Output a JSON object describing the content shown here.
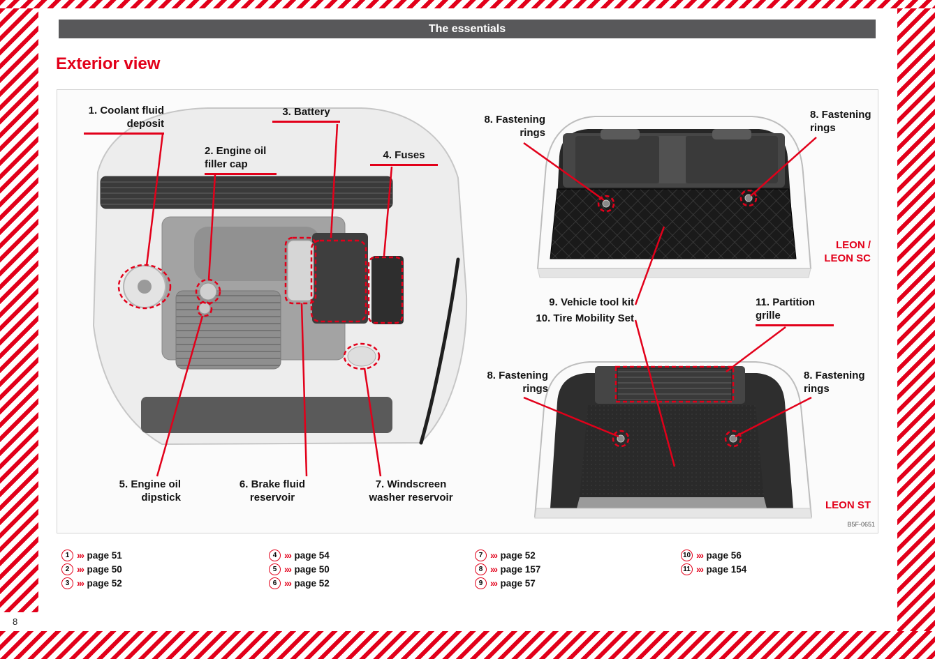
{
  "header": {
    "title": "The essentials"
  },
  "page": {
    "title": "Exterior view",
    "number": "8"
  },
  "figure": {
    "code": "B5F-0651",
    "labels": {
      "coolant": {
        "line1": "1. Coolant fluid",
        "line2": "deposit"
      },
      "oil_cap": {
        "line1": "2. Engine oil",
        "line2": "filler cap"
      },
      "battery": {
        "line1": "3. Battery"
      },
      "fuses": {
        "line1": "4. Fuses"
      },
      "dipstick": {
        "line1": "5. Engine oil",
        "line2": "dipstick"
      },
      "brake_fluid": {
        "line1": "6. Brake fluid",
        "line2": "reservoir"
      },
      "washer": {
        "line1": "7. Windscreen",
        "line2": "washer reservoir"
      },
      "rings_top_left": {
        "line1": "8. Fastening",
        "line2": "rings"
      },
      "rings_top_right": {
        "line1": "8. Fastening",
        "line2": "rings"
      },
      "tool_kit": {
        "line1": "9. Vehicle tool kit"
      },
      "tire_mobility": {
        "line1": "10. Tire Mobility Set"
      },
      "partition": {
        "line1": "11. Partition",
        "line2": "grille"
      },
      "rings_bottom_left": {
        "line1": "8. Fastening",
        "line2": "rings"
      },
      "rings_bottom_right": {
        "line1": "8. Fastening",
        "line2": "rings"
      },
      "model_top_1": "LEON /",
      "model_top_2": "LEON SC",
      "model_bottom": "LEON ST"
    }
  },
  "legend": {
    "arrow": "›››",
    "columns": [
      {
        "items": [
          {
            "num": "1",
            "ref": "page 51"
          },
          {
            "num": "2",
            "ref": "page 50"
          },
          {
            "num": "3",
            "ref": "page 52"
          }
        ]
      },
      {
        "items": [
          {
            "num": "4",
            "ref": "page 54"
          },
          {
            "num": "5",
            "ref": "page 50"
          },
          {
            "num": "6",
            "ref": "page 52"
          }
        ]
      },
      {
        "items": [
          {
            "num": "7",
            "ref": "page 52"
          },
          {
            "num": "8",
            "ref": "page 157"
          },
          {
            "num": "9",
            "ref": "page 57"
          }
        ]
      },
      {
        "items": [
          {
            "num": "10",
            "ref": "page 56"
          },
          {
            "num": "11",
            "ref": "page 154"
          }
        ]
      }
    ]
  },
  "colors": {
    "accent": "#e2001a",
    "header_bg": "#58585a"
  }
}
